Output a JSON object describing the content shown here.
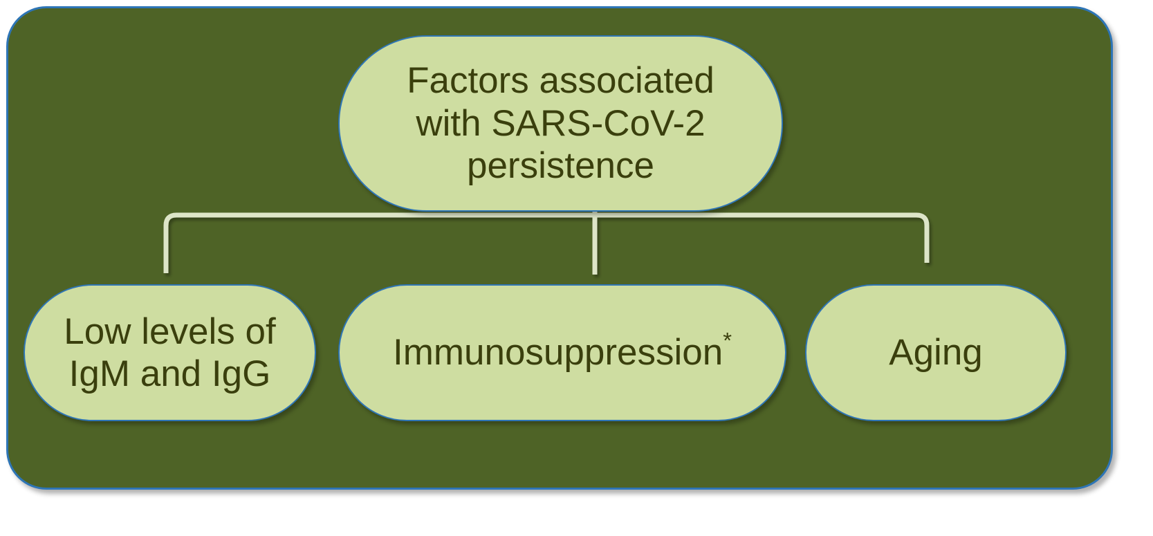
{
  "diagram": {
    "title": "Factors associated with SARS-CoV-2 persistence",
    "type": "hierarchy-tree",
    "container": {
      "name": "outer-frame",
      "fill_color": "#4E6326",
      "border_color": "#2E75B6"
    },
    "node_style": {
      "fill_color": "#CEDDA1",
      "border_color": "#2E75B6",
      "text_color": "#3A3F0D"
    },
    "connector_style": {
      "color": "#DDE5C8"
    },
    "root": {
      "id": "root",
      "label": "Factors associated\nwith SARS-CoV-2\npersistence"
    },
    "children": [
      {
        "id": "low-igm-igg",
        "label": "Low levels of\nIgM and IgG"
      },
      {
        "id": "immunosuppression",
        "label": "Immunosuppression",
        "footnote_marker": "*"
      },
      {
        "id": "aging",
        "label": "Aging"
      }
    ]
  }
}
